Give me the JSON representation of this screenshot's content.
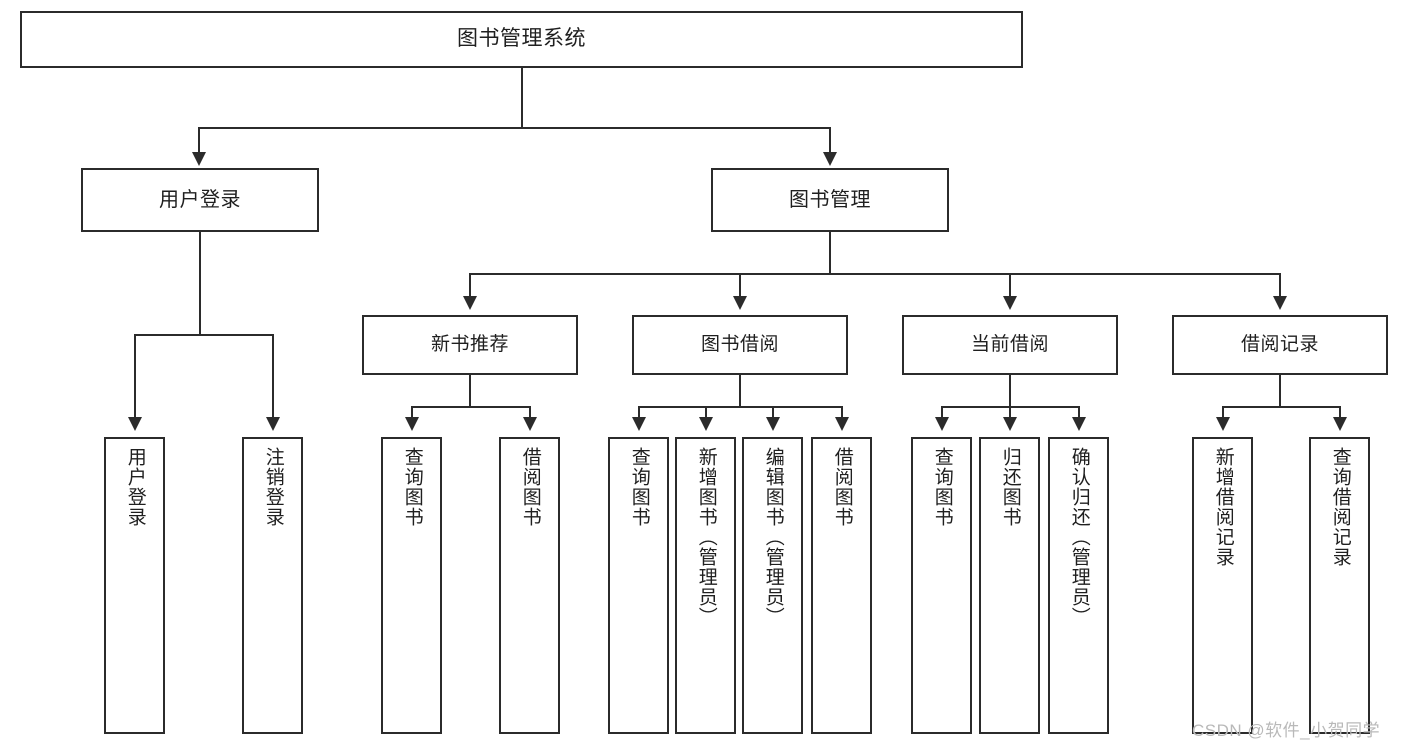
{
  "diagram": {
    "type": "tree-hierarchy",
    "title": "图书管理系统",
    "orientation": "top-down",
    "colors": {
      "box_border": "#2b2b2b",
      "box_fill": "#ffffff",
      "connector": "#2b2b2b",
      "text": "#1f1f1f",
      "watermark": "#b9b9b9",
      "background": "#ffffff"
    }
  },
  "root": {
    "label": "图书管理系统"
  },
  "level2": [
    {
      "label": "用户登录"
    },
    {
      "label": "图书管理"
    }
  ],
  "level3": [
    {
      "label": "新书推荐"
    },
    {
      "label": "图书借阅"
    },
    {
      "label": "当前借阅"
    },
    {
      "label": "借阅记录"
    }
  ],
  "leaves": {
    "user_login": [
      {
        "label": "用户登录"
      },
      {
        "label": "注销登录"
      }
    ],
    "new_book_recommend": [
      {
        "label": "查询图书"
      },
      {
        "label": "借阅图书"
      }
    ],
    "book_borrow": [
      {
        "label": "查询图书"
      },
      {
        "label": "新增图书（管理员）"
      },
      {
        "label": "编辑图书（管理员）"
      },
      {
        "label": "借阅图书"
      }
    ],
    "current_borrow": [
      {
        "label": "查询图书"
      },
      {
        "label": "归还图书"
      },
      {
        "label": "确认归还（管理员）"
      }
    ],
    "borrow_record": [
      {
        "label": "新增借阅记录"
      },
      {
        "label": "查询借阅记录"
      }
    ]
  },
  "watermark": {
    "text": "CSDN @软件_小贺同学"
  }
}
